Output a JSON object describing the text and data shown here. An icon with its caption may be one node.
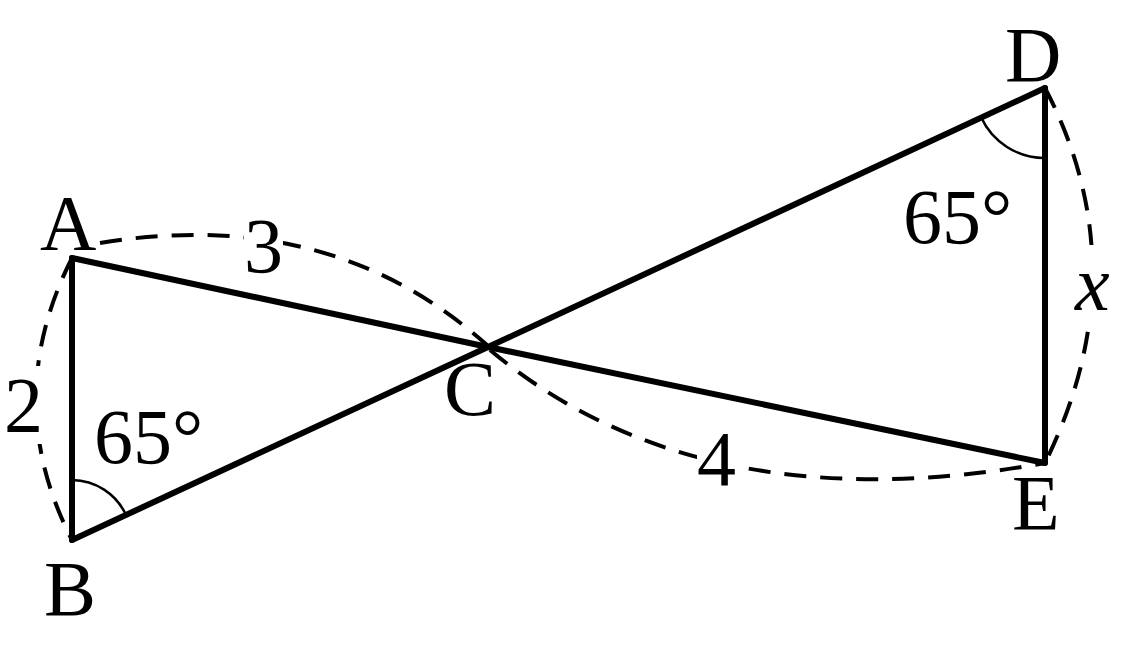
{
  "diagram": {
    "nodes": [
      {
        "text": [
          "A"
        ]
      },
      {
        "text": [
          "B"
        ]
      },
      {
        "text": [
          "C"
        ]
      },
      {
        "text": [
          "D"
        ]
      },
      {
        "text": [
          "E"
        ]
      }
    ],
    "edges": [
      {
        "from": 0,
        "to": 1,
        "arrow": "none"
      },
      {
        "from": 0,
        "to": 2,
        "arrow": "none"
      },
      {
        "from": 2,
        "to": 4,
        "arrow": "none"
      },
      {
        "from": 1,
        "to": 2,
        "arrow": "none"
      },
      {
        "from": 2,
        "to": 3,
        "arrow": "none"
      },
      {
        "from": 3,
        "to": 4,
        "arrow": "none"
      }
    ],
    "labels": [
      "65°",
      "3",
      "x",
      "2",
      "65°",
      "4"
    ]
  }
}
